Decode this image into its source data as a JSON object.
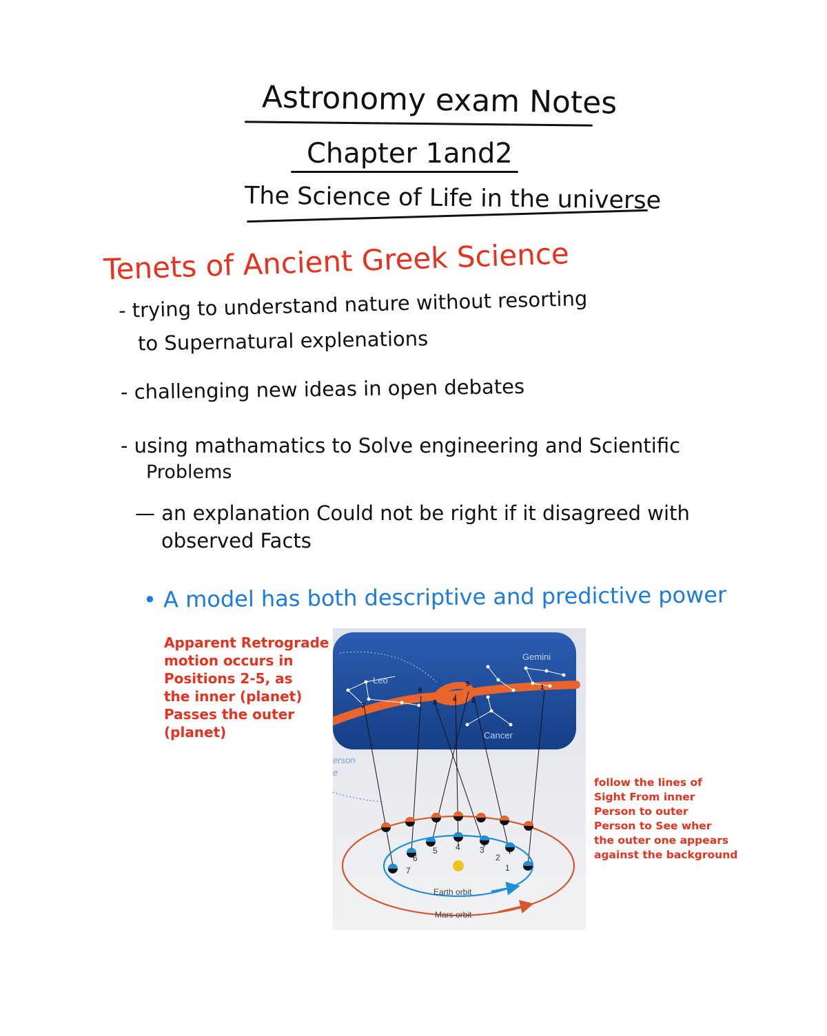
{
  "title": {
    "line1": "Astronomy exam Notes",
    "line2": "Chapter 1and2",
    "line3": "The Science of Life in the universe"
  },
  "section": {
    "heading": "Tenets of Ancient Greek Science",
    "bullets": [
      {
        "lines": [
          "- trying to understand nature without resorting",
          "to Supernatural explenations"
        ]
      },
      {
        "lines": [
          "- challenging new ideas in open debates"
        ]
      },
      {
        "lines": [
          "- using mathamatics to Solve engineering and Scientific",
          "Problems"
        ]
      },
      {
        "lines": [
          "— an explanation Could not be right if it disagreed with",
          "observed Facts"
        ]
      }
    ]
  },
  "model_point": "• A model has both descriptive and predictive power",
  "side_notes": {
    "left": [
      "Apparent Retrograde",
      "motion occurs in",
      "Positions 2-5, as",
      "the inner (planet)",
      "Passes the outer",
      "(planet)"
    ],
    "right": [
      "follow the lines of",
      "Sight From inner",
      "Person to outer",
      "Person to See wher",
      "the outer one appears",
      "against the background"
    ]
  },
  "diagram": {
    "constellations": {
      "leo": "Leo",
      "gemini": "Gemini",
      "cancer": "Cancer"
    },
    "orbits": {
      "earth": "Earth orbit",
      "mars": "Mars orbit"
    },
    "partial_text": [
      "erson",
      "e"
    ],
    "sky_positions": [
      "7",
      "6",
      "3",
      "4",
      "5",
      "2",
      "1"
    ],
    "earth_positions": [
      "7",
      "6",
      "5",
      "4",
      "3",
      "2",
      "1"
    ],
    "colors": {
      "sky": "#1e4f9c",
      "band": "#e9652c",
      "mars_dot": "#e9652c",
      "earth_dot": "#1f8fd6",
      "sun": "#f2c21b"
    }
  }
}
